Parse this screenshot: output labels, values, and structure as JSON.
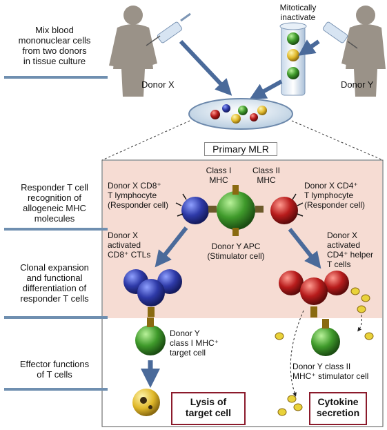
{
  "top": {
    "mix_label": "Mix blood\nmononuclear cells\nfrom two donors\nin tissue culture",
    "donor_x": "Donor X",
    "donor_y": "Donor Y",
    "mitotically": "Mitotically\ninactivate",
    "primary_mlr": "Primary MLR"
  },
  "steps": [
    {
      "label": "Responder T cell\nrecognition of\nallogeneic MHC\nmolecules"
    },
    {
      "label": "Clonal expansion\nand functional\ndifferentiation of\nresponder T cells"
    },
    {
      "label": "Effector functions\nof T cells"
    }
  ],
  "labels": {
    "cd8_responder": "Donor X CD8⁺\nT lymphocyte\n(Responder cell)",
    "class1": "Class I\nMHC",
    "class2": "Class II\nMHC",
    "cd4_responder": "Donor X CD4⁺\nT lymphocyte\n(Responder cell)",
    "activated_ctl": "Donor X\nactivated\nCD8⁺ CTLs",
    "apc": "Donor Y APC\n(Stimulator cell)",
    "activated_helper": "Donor X\nactivated\nCD4⁺ helper\nT cells",
    "target": "Donor Y\nclass I MHC⁺\ntarget cell",
    "stimulator": "Donor Y class II\nMHC⁺ stimulator cell"
  },
  "outcomes": {
    "lysis": "Lysis of\ntarget cell",
    "cytokine": "Cytokine\nsecretion"
  },
  "colors": {
    "pink_panel": "#f6dcd3",
    "cd8_blue": "#2e3aa8",
    "apc_green": "#3f9a2b",
    "cd4_red": "#b81c1c",
    "cytokine_yellow": "#e9d23a",
    "arrow_blue": "#6b86b3",
    "outcome_border": "#8b1a2b"
  }
}
